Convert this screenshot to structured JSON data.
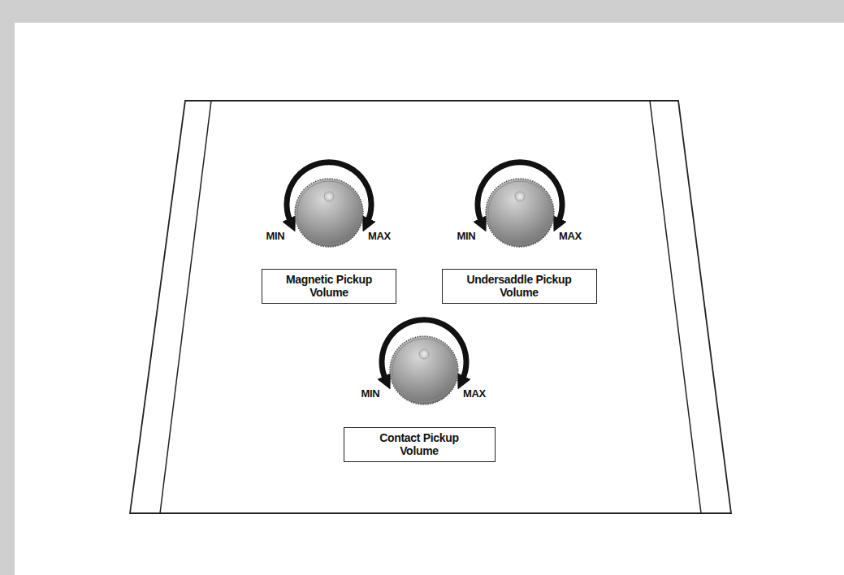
{
  "diagram": {
    "nodes": [
      {
        "text": [
          "Magnetic Pickup Volume"
        ]
      },
      {
        "text": [
          "Undersaddle Pickup Volume"
        ]
      },
      {
        "text": [
          "Contact Pickup Volume"
        ]
      }
    ],
    "labels": [
      "MIN",
      "MAX",
      "MIN",
      "MAX",
      "MIN",
      "MAX"
    ]
  }
}
